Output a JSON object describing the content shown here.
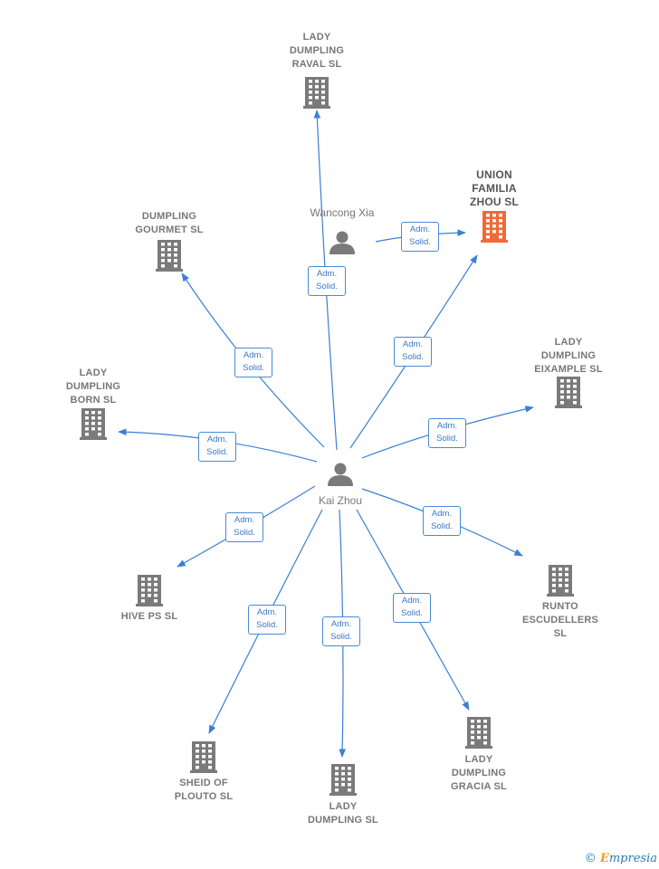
{
  "colors": {
    "edge": "#3a7fd5",
    "node": "#7a7a7a",
    "highlight": "#f06a35",
    "person": "#7a7a7a"
  },
  "persons": [
    {
      "id": "kai",
      "name": "Kai Zhou",
      "icon": "person-icon"
    },
    {
      "id": "wancong",
      "name": "Wancong Xia",
      "icon": "person-icon"
    }
  ],
  "companies": [
    {
      "id": "raval",
      "name": "LADY\nDUMPLING\nRAVAL  SL",
      "icon": "building-icon",
      "highlight": false
    },
    {
      "id": "union",
      "name": "UNION\nFAMILIA\nZHOU  SL",
      "icon": "building-icon",
      "highlight": true
    },
    {
      "id": "gourmet",
      "name": "DUMPLING\nGOURMET  SL",
      "icon": "building-icon",
      "highlight": false
    },
    {
      "id": "born",
      "name": "LADY\nDUMPLING\nBORN  SL",
      "icon": "building-icon",
      "highlight": false
    },
    {
      "id": "eixample",
      "name": "LADY\nDUMPLING\nEIXAMPLE  SL",
      "icon": "building-icon",
      "highlight": false
    },
    {
      "id": "hive",
      "name": "HIVE PS  SL",
      "icon": "building-icon",
      "highlight": false
    },
    {
      "id": "runto",
      "name": "RUNTO\nESCUDELLERS\nSL",
      "icon": "building-icon",
      "highlight": false
    },
    {
      "id": "sheid",
      "name": "SHEID OF\nPLOUTO  SL",
      "icon": "building-icon",
      "highlight": false
    },
    {
      "id": "ladysl",
      "name": "LADY\nDUMPLING  SL",
      "icon": "building-icon",
      "highlight": false
    },
    {
      "id": "gracia",
      "name": "LADY\nDUMPLING\nGRACIA  SL",
      "icon": "building-icon",
      "highlight": false
    }
  ],
  "edges": [
    {
      "from": "kai",
      "to": "raval",
      "label": "Adm.\nSolid."
    },
    {
      "from": "kai",
      "to": "union",
      "label": "Adm.\nSolid."
    },
    {
      "from": "wancong",
      "to": "union",
      "label": "Adm.\nSolid."
    },
    {
      "from": "kai",
      "to": "gourmet",
      "label": "Adm.\nSolid."
    },
    {
      "from": "kai",
      "to": "born",
      "label": "Adm.\nSolid."
    },
    {
      "from": "kai",
      "to": "eixample",
      "label": "Adm.\nSolid."
    },
    {
      "from": "kai",
      "to": "hive",
      "label": "Adm.\nSolid."
    },
    {
      "from": "kai",
      "to": "runto",
      "label": "Adm.\nSolid."
    },
    {
      "from": "kai",
      "to": "sheid",
      "label": "Adm.\nSolid."
    },
    {
      "from": "kai",
      "to": "ladysl",
      "label": "Adm.\nSolid."
    },
    {
      "from": "kai",
      "to": "gracia",
      "label": "Adm.\nSolid."
    }
  ],
  "credit": {
    "symbol": "©",
    "brand_initial": "E",
    "brand_rest": "mpresia"
  }
}
